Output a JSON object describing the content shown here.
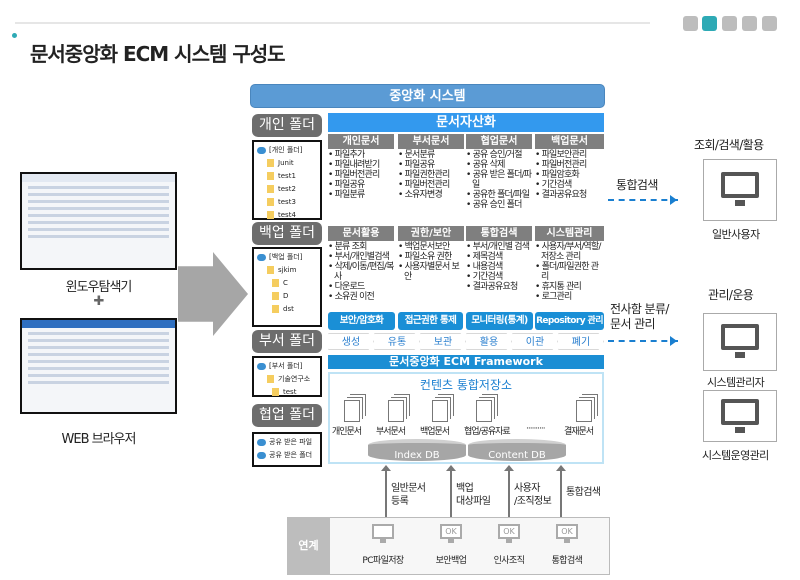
{
  "title": "문서중앙화 ECM 시스템 구성도",
  "page_indicator": {
    "count": 5,
    "active": 2,
    "active_color": "#2eaab5"
  },
  "clients": {
    "explorer": "윈도우탐색기",
    "plus": "✚",
    "web": "WEB 브라우저"
  },
  "central": "중앙화 시스템",
  "folders": [
    {
      "label": "개인 폴더",
      "items": [
        "[개인 폴더]",
        "Junit",
        "test1",
        "test2",
        "test3",
        "test4"
      ]
    },
    {
      "label": "백업 폴더",
      "items": [
        "[백업 폴더]",
        "sjkim",
        "C",
        "D",
        "dst"
      ]
    },
    {
      "label": "부서 폴더",
      "items": [
        "[부서 폴더]",
        "기술연구소",
        "test"
      ]
    },
    {
      "label": "협업 폴더",
      "items": [
        "공유 받은 파일",
        "공유 받은 폴더"
      ]
    }
  ],
  "asset_title": "문서자산화",
  "columns": [
    {
      "header": "개인문서",
      "items": [
        "파일추가",
        "파일내려받기",
        "파일버전관리",
        "파일공유",
        "파일분류"
      ]
    },
    {
      "header": "부서문서",
      "items": [
        "문서분류",
        "파일공유",
        "파일권한관리",
        "파일버전관리",
        "소유자변경"
      ]
    },
    {
      "header": "협업문서",
      "items": [
        "공유 승인/거절",
        "공유 삭제",
        "공유 받은 폴더/파일",
        "공유한 폴더/파일",
        "공유 승인 폴더"
      ]
    },
    {
      "header": "백업문서",
      "items": [
        "파일보안관리",
        "파일버전관리",
        "파일암호화",
        "기간검색",
        "결과공유요청"
      ]
    },
    {
      "header": "문서활용",
      "items": [
        "분류 조회",
        "부서/개인별검색",
        "삭제/이동/편집/복사",
        "다운로드",
        "소유권 이전"
      ]
    },
    {
      "header": "권한/보안",
      "items": [
        "백업문서보안",
        "파일소유 권한",
        "사용자별문서 보안"
      ]
    },
    {
      "header": "통합검색",
      "items": [
        "부서/개인별 검색",
        "제목검색",
        "내용검색",
        "기간검색",
        "결과공유요청"
      ]
    },
    {
      "header": "시스템관리",
      "items": [
        "사용자/부서/역할/저장소 관리",
        "폴더/파일권한 관리",
        "휴지통 관리",
        "로그관리"
      ]
    }
  ],
  "features": [
    "보안/암호화",
    "접근권한 통제",
    "모니터링(통계)",
    "Repository 관리"
  ],
  "lifecycle": [
    "생성",
    "유통",
    "보관",
    "활용",
    "이관",
    "폐기"
  ],
  "framework": "문서중앙화 ECM Framework",
  "storage": {
    "title": "컨텐츠 통합저장소",
    "docs": [
      "개인문서",
      "부서문서",
      "백업문서",
      "협업/공유자료",
      "결재문서"
    ],
    "ellipsis": "··········",
    "dbs": [
      "Index DB",
      "Content DB"
    ]
  },
  "flows": [
    "일반문서\n등록",
    "백업\n대상파일",
    "사용자\n/조직정보",
    "통합검색"
  ],
  "integration": {
    "label": "연계",
    "systems": [
      {
        "name": "PC파일저장",
        "badge": ""
      },
      {
        "name": "보안백업",
        "badge": "OK"
      },
      {
        "name": "인사조직",
        "badge": "OK"
      },
      {
        "name": "통합검색",
        "badge": "OK"
      }
    ]
  },
  "right": {
    "search_arrow": "통합검색",
    "manage_arrow": "전사함 분류/\n문서 관리",
    "user_group": "조회/검색/활용",
    "user": "일반사용자",
    "admin_group": "관리/운용",
    "admins": [
      "시스템관리자",
      "시스템운영관리"
    ]
  }
}
